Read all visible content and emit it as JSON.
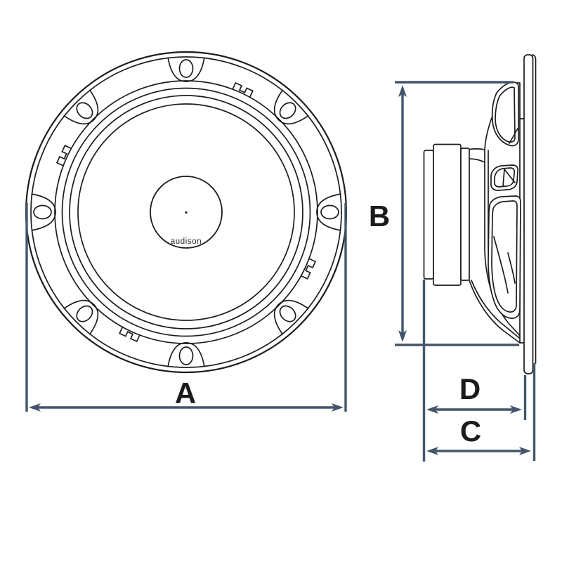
{
  "diagram": {
    "type": "speaker-dimension-drawing",
    "brand_text": "audison",
    "dimension_labels": {
      "a": "A",
      "b": "B",
      "c": "C",
      "d": "D"
    }
  },
  "colors": {
    "background": "#ffffff",
    "drawing_line": "#1c1c1c",
    "dimension_line": "#44556b",
    "label_text": "#1b1b1b"
  }
}
